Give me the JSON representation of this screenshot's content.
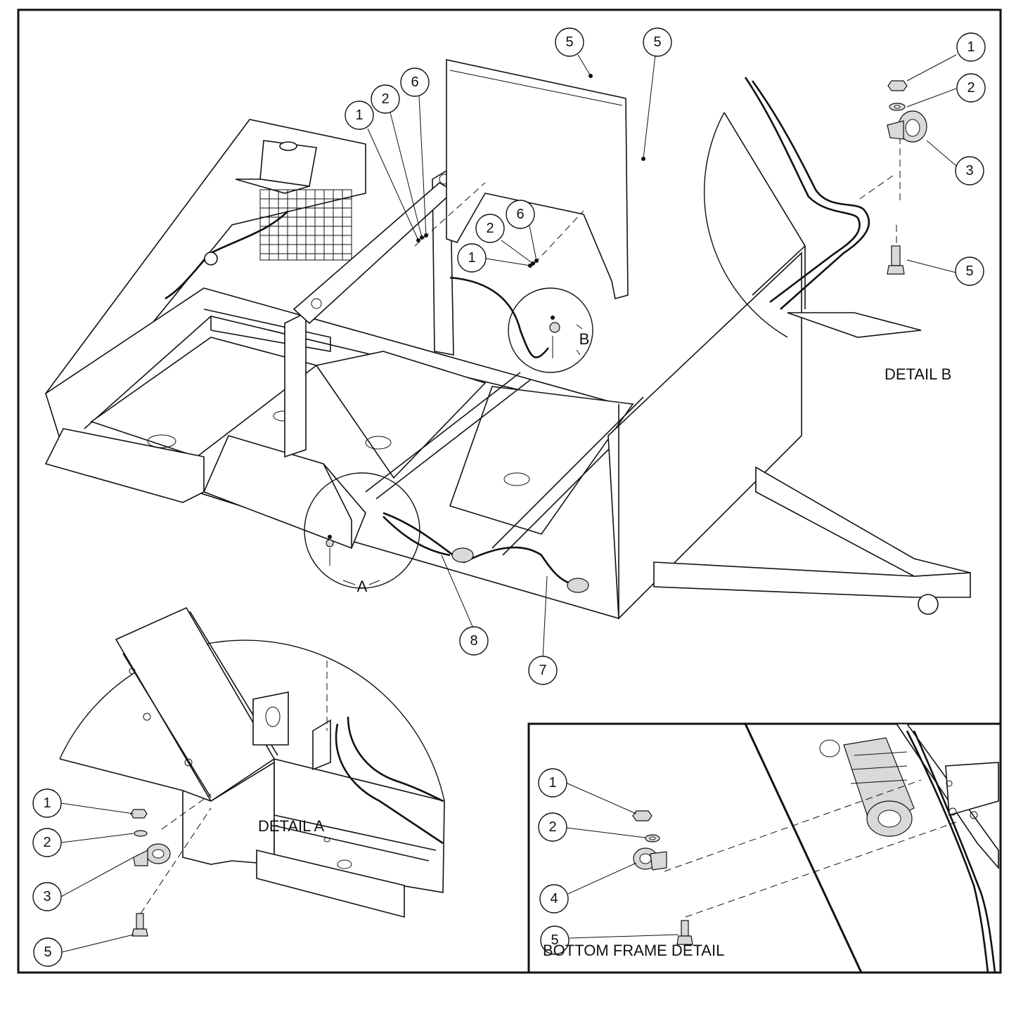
{
  "labels": {
    "detail_a": "DETAIL A",
    "detail_b": "DETAIL B",
    "bottom_frame_detail": "BOTTOM FRAME DETAIL",
    "view_a": "A",
    "view_b": "B"
  },
  "callouts": {
    "main_top_5a": "5",
    "main_top_5b": "5",
    "main_1a": "1",
    "main_2a": "2",
    "main_6a": "6",
    "main_2b": "2",
    "main_6b": "6",
    "main_1b": "1",
    "main_8": "8",
    "main_7": "7",
    "b_1": "1",
    "b_2": "2",
    "b_3": "3",
    "b_5": "5",
    "a_1": "1",
    "a_2": "2",
    "a_3": "3",
    "a_5": "5",
    "bf_1": "1",
    "bf_2": "2",
    "bf_4": "4",
    "bf_5": "5"
  }
}
